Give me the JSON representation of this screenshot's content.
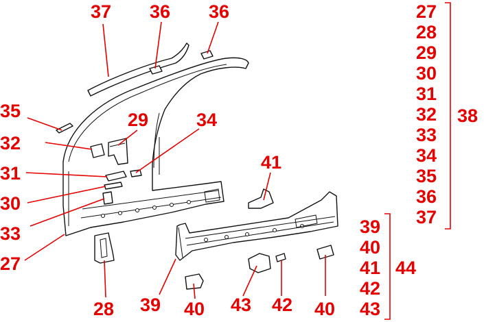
{
  "callouts": {
    "c37_top": "37",
    "c36_a": "36",
    "c36_b": "36",
    "c35": "35",
    "c32": "32",
    "c29": "29",
    "c34": "34",
    "c31": "31",
    "c30": "30",
    "c33": "33",
    "c27": "27",
    "c28": "28",
    "c41": "41",
    "c39": "39",
    "c40_a": "40",
    "c43": "43",
    "c42": "42",
    "c40_b": "40"
  },
  "group38": {
    "items": [
      "27",
      "28",
      "29",
      "30",
      "31",
      "32",
      "33",
      "34",
      "35",
      "36",
      "37"
    ],
    "label": "38"
  },
  "group44": {
    "items": [
      "39",
      "40",
      "41",
      "42",
      "43"
    ],
    "label": "44"
  },
  "colors": {
    "callout": "#e60000",
    "line": "#111111",
    "background": "#ffffff"
  }
}
